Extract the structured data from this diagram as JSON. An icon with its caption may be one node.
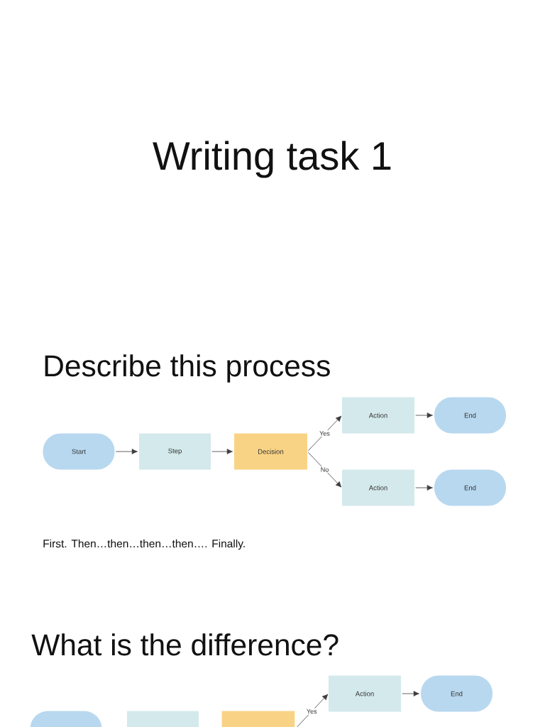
{
  "diagram": {
    "title": "Writing task 1",
    "nodes": [
      {
        "text": [
          "Start"
        ]
      },
      {
        "text": [
          "Step"
        ]
      },
      {
        "text": [
          "Decision"
        ]
      },
      {
        "text": [
          "Action"
        ]
      },
      {
        "text": [
          "End"
        ]
      },
      {
        "text": [
          "Action"
        ]
      },
      {
        "text": [
          "End"
        ]
      },
      {
        "text": [
          "Action"
        ]
      },
      {
        "text": [
          "End"
        ]
      },
      {
        "text": [],
        "shape": "pill"
      },
      {
        "text": [],
        "shape": "box"
      },
      {
        "text": [],
        "shape": "box"
      }
    ],
    "edges": [
      {
        "from": 0,
        "to": 1,
        "arrow": "to"
      },
      {
        "from": 1,
        "to": 2,
        "arrow": "to"
      },
      {
        "from": 2,
        "to": 3,
        "arrow": "to",
        "label": "Yes"
      },
      {
        "from": 2,
        "to": 5,
        "arrow": "to",
        "label": "No"
      },
      {
        "from": 3,
        "to": 4,
        "arrow": "to"
      },
      {
        "from": 5,
        "to": 6,
        "arrow": "to"
      },
      {
        "from": 11,
        "to": 7,
        "arrow": "to",
        "label": "Yes"
      },
      {
        "from": 7,
        "to": 8,
        "arrow": "to"
      }
    ],
    "labels": [
      "Describe this process",
      "First. Then…then…then…then…. Finally.",
      "What is the difference?"
    ]
  }
}
